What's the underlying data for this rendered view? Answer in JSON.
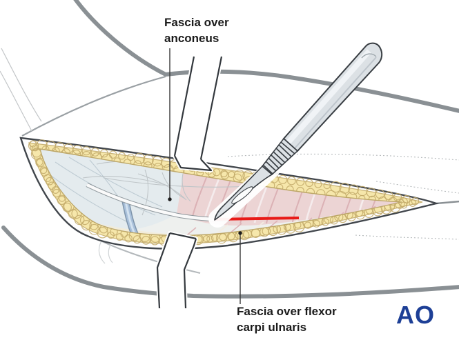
{
  "colors": {
    "incision_red": "#e81a17",
    "fat_yellow": "#f6e7ab",
    "ao_blue": "#1d3f96",
    "outline_gray": "#8a9094",
    "muscle_pink": "#ecd4d4"
  },
  "labels": {
    "anconeus_line1": "Fascia over",
    "anconeus_line2": "anconeus",
    "fcu_line1": "Fascia over flexor",
    "fcu_line2": "carpi ulnaris"
  },
  "logo": {
    "text": "AO"
  }
}
